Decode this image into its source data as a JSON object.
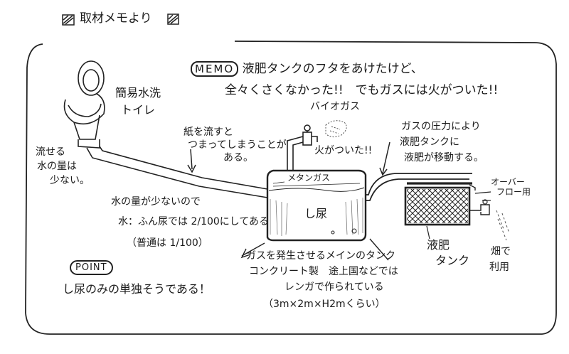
{
  "title": "取材メモより",
  "memo": {
    "label": "MEMO",
    "line1": "液肥タンクのフタをあけたけど、",
    "line2": "全々くさくなかった!!　でもガスには火がついた!!"
  },
  "toilet_label": [
    "簡易水洗",
    "トイレ"
  ],
  "left_note": [
    "流せる",
    "水の量は",
    "少ない。"
  ],
  "paper_note": [
    "紙を流すと",
    "つまってしまうことが",
    "ある。"
  ],
  "water_note": {
    "line1": "水の量が少ないので",
    "line2": "水：ふん尿では 2/100にしてある",
    "line3": "（普通は 1/100）"
  },
  "biogas_label": "バイオガス",
  "fire_label": "火がついた!!",
  "methane_label": "メタンガス",
  "tank_label": "し尿",
  "gas_pressure_note": [
    "ガスの圧力により",
    "液肥タンクに",
    "液肥が移動する。"
  ],
  "overflow_label": [
    "オーバー",
    "フロー用"
  ],
  "liquid_tank_label": [
    "液肥",
    "タンク"
  ],
  "field_label": [
    "畑で",
    "利用"
  ],
  "fermentation_note": {
    "line1": "ガスを発生させるメインのタンク",
    "line2": "コンクリート製　途上国などでは",
    "line3": "レンガで作られている",
    "line4": "（3m×2m×H2mくらい）"
  },
  "point": {
    "label": "POINT",
    "text": "し尿のみの単独そうである！"
  }
}
